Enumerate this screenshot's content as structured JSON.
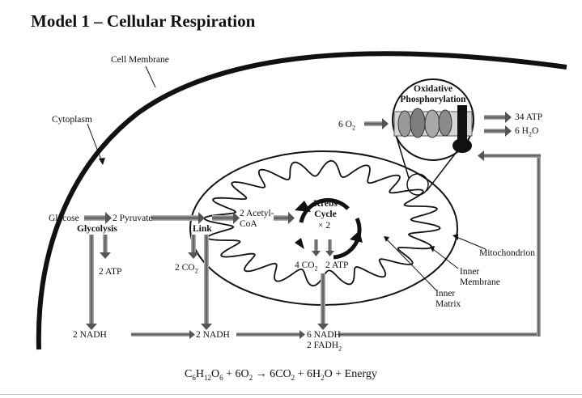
{
  "title": "Model 1 – Cellular Respiration",
  "labels": {
    "cell_membrane": "Cell Membrane",
    "cytoplasm": "Cytoplasm",
    "glucose": "Glucose",
    "two_pyruvate": "2 Pyruvate",
    "glycolysis": "Glycolysis",
    "two_atp_glycolysis": "2 ATP",
    "link": "Link",
    "two_co2": "2 CO",
    "two_co2_sub": "2",
    "acetyl_coa_line1": "2 Acetyl-",
    "acetyl_coa_line2": "CoA",
    "krebs_line1": "Krebs",
    "krebs_line2": "Cycle",
    "krebs_times": "× 2",
    "four_co2": "4 CO",
    "four_co2_sub": "2",
    "two_atp_krebs": "2 ATP",
    "mitochondrion": "Mitochondrion",
    "inner_membrane_line1": "Inner",
    "inner_membrane_line2": "Membrane",
    "inner_matrix_line1": "Inner",
    "inner_matrix_line2": "Matrix",
    "oxidative_line1": "Oxidative",
    "oxidative_line2": "Phosphorylation",
    "six_o2": "6 O",
    "six_o2_sub": "2",
    "thirty_four_atp": "34 ATP",
    "six_h2o_pre": "6 H",
    "six_h2o_sub": "2",
    "six_h2o_post": "O",
    "nadh_glycolysis": "2 NADH",
    "nadh_link": "2 NADH",
    "nadh_krebs": "6 NADH",
    "fadh2": "2 FADH",
    "fadh2_sub": "2"
  },
  "equation": {
    "c": "C",
    "c_sub": "6",
    "h": "H",
    "h_sub": "12",
    "o": "O",
    "o_sub": "6",
    "plus1": " + ",
    "o2_coef": "6O",
    "o2_sub": "2",
    "arrow": " → ",
    "co2_coef": "6CO",
    "co2_sub": "2",
    "plus2": " + ",
    "h2o_coef": "6H",
    "h2o_sub": "2",
    "h2o_o": "O",
    "plus3": " + ",
    "energy": "Energy"
  },
  "colors": {
    "line": "#111111",
    "arrow_fill": "#6a6a6a",
    "protein_fill": "#8a8a8a"
  }
}
